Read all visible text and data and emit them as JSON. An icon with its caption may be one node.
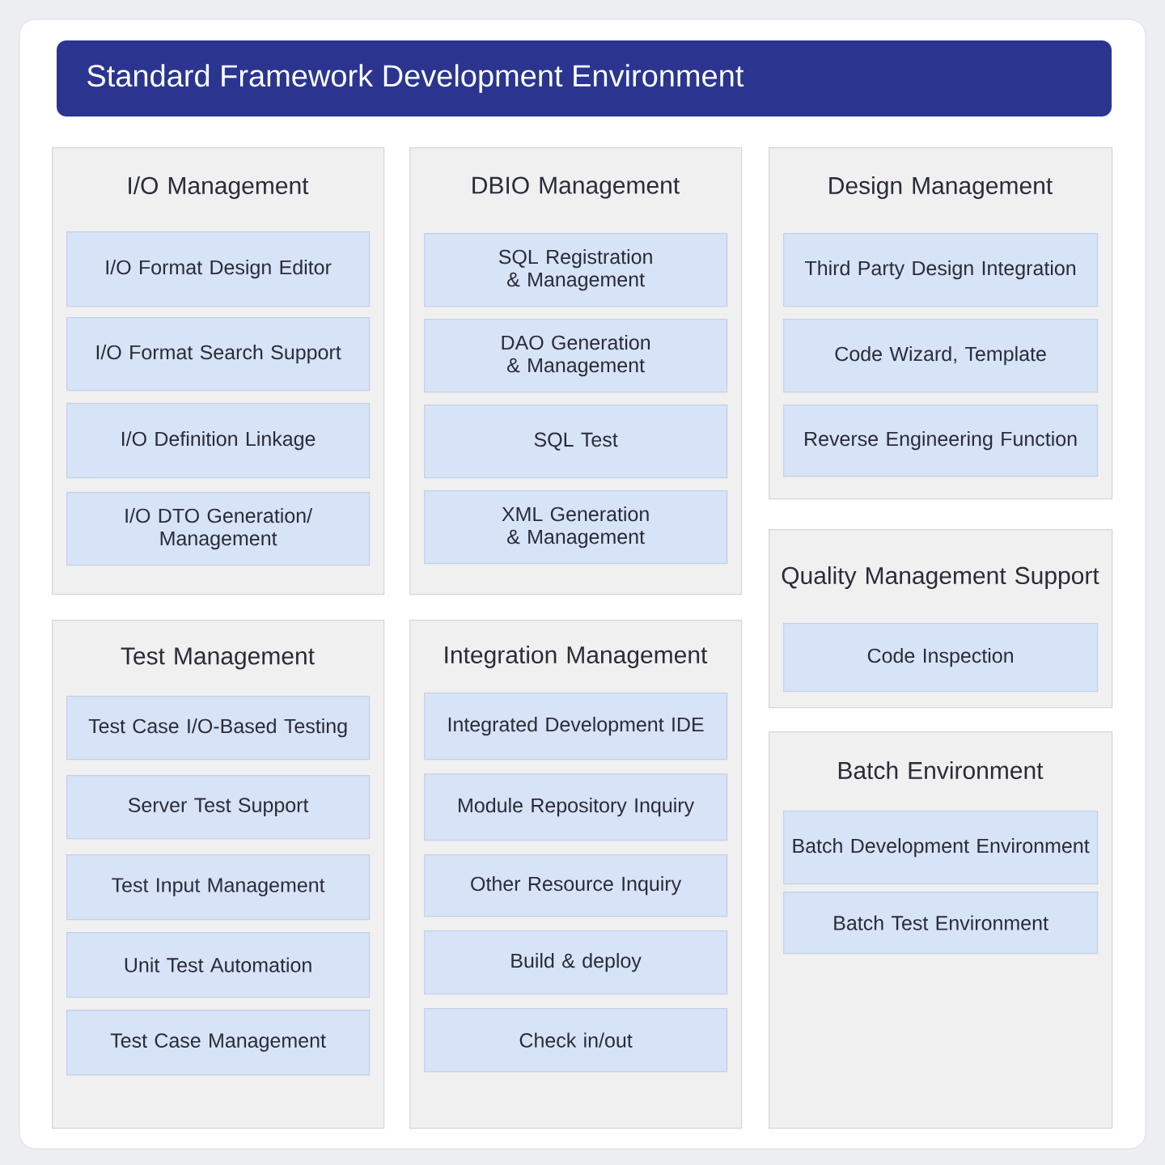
{
  "diagram": {
    "title": "Standard Framework Development Environment",
    "nodes": [
      {
        "text": [
          "I/O Management"
        ]
      },
      {
        "text": [
          "I/O Format Design Editor"
        ],
        "in": 0
      },
      {
        "text": [
          "I/O Format Search Support"
        ],
        "in": 0
      },
      {
        "text": [
          "I/O Definition Linkage"
        ],
        "in": 0
      },
      {
        "text": [
          "I/O DTO Generation/ Management"
        ],
        "in": 0
      },
      {
        "text": [
          "DBIO Management"
        ]
      },
      {
        "text": [
          "SQL Registration & Management"
        ],
        "in": 5
      },
      {
        "text": [
          "DAO Generation & Management"
        ],
        "in": 5
      },
      {
        "text": [
          "SQL Test"
        ],
        "in": 5
      },
      {
        "text": [
          "XML Generation & Management"
        ],
        "in": 5
      },
      {
        "text": [
          "Design Management"
        ]
      },
      {
        "text": [
          "Third Party Design Integration"
        ],
        "in": 10
      },
      {
        "text": [
          "Code Wizard, Template"
        ],
        "in": 10
      },
      {
        "text": [
          "Reverse Engineering Function"
        ],
        "in": 10
      },
      {
        "text": [
          "Quality Management Support"
        ]
      },
      {
        "text": [
          "Code Inspection"
        ],
        "in": 14
      },
      {
        "text": [
          "Test Management"
        ]
      },
      {
        "text": [
          "Test Case I/O-Based Testing"
        ],
        "in": 16
      },
      {
        "text": [
          "Server Test Support"
        ],
        "in": 16
      },
      {
        "text": [
          "Test Input Management"
        ],
        "in": 16
      },
      {
        "text": [
          "Unit Test Automation"
        ],
        "in": 16
      },
      {
        "text": [
          "Test Case Management"
        ],
        "in": 16
      },
      {
        "text": [
          "Integration Management"
        ]
      },
      {
        "text": [
          "Integrated Development IDE"
        ],
        "in": 22
      },
      {
        "text": [
          "Module Repository Inquiry"
        ],
        "in": 22
      },
      {
        "text": [
          "Other Resource Inquiry"
        ],
        "in": 22
      },
      {
        "text": [
          "Build & deploy"
        ],
        "in": 22
      },
      {
        "text": [
          "Check in/out"
        ],
        "in": 22
      },
      {
        "text": [
          "Batch Environment"
        ]
      },
      {
        "text": [
          "Batch Development Environment"
        ],
        "in": 28
      },
      {
        "text": [
          "Batch Test Environment"
        ],
        "in": 28
      }
    ]
  }
}
